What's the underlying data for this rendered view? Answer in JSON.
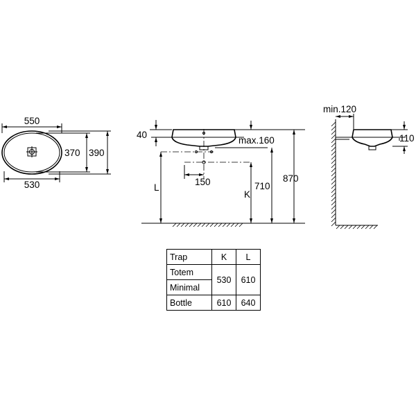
{
  "top_view": {
    "outer_width": "550",
    "inner_width": "530",
    "inner_depth": "370",
    "outer_depth": "390"
  },
  "front_view": {
    "rim_height": "40",
    "max_label": "max.160",
    "trap_offset": "150",
    "dim_870": "870",
    "dim_710": "710",
    "label_L": "L",
    "label_K": "K"
  },
  "side_view": {
    "min_label": "min.120",
    "basin_height": "110"
  },
  "trap_table": {
    "headers": [
      "Trap",
      "K",
      "L"
    ],
    "rows": [
      {
        "name": "Totem",
        "K": "530",
        "L": "610"
      },
      {
        "name": "Minimal"
      },
      {
        "name": "Bottle",
        "K": "610",
        "L": "640"
      }
    ]
  }
}
